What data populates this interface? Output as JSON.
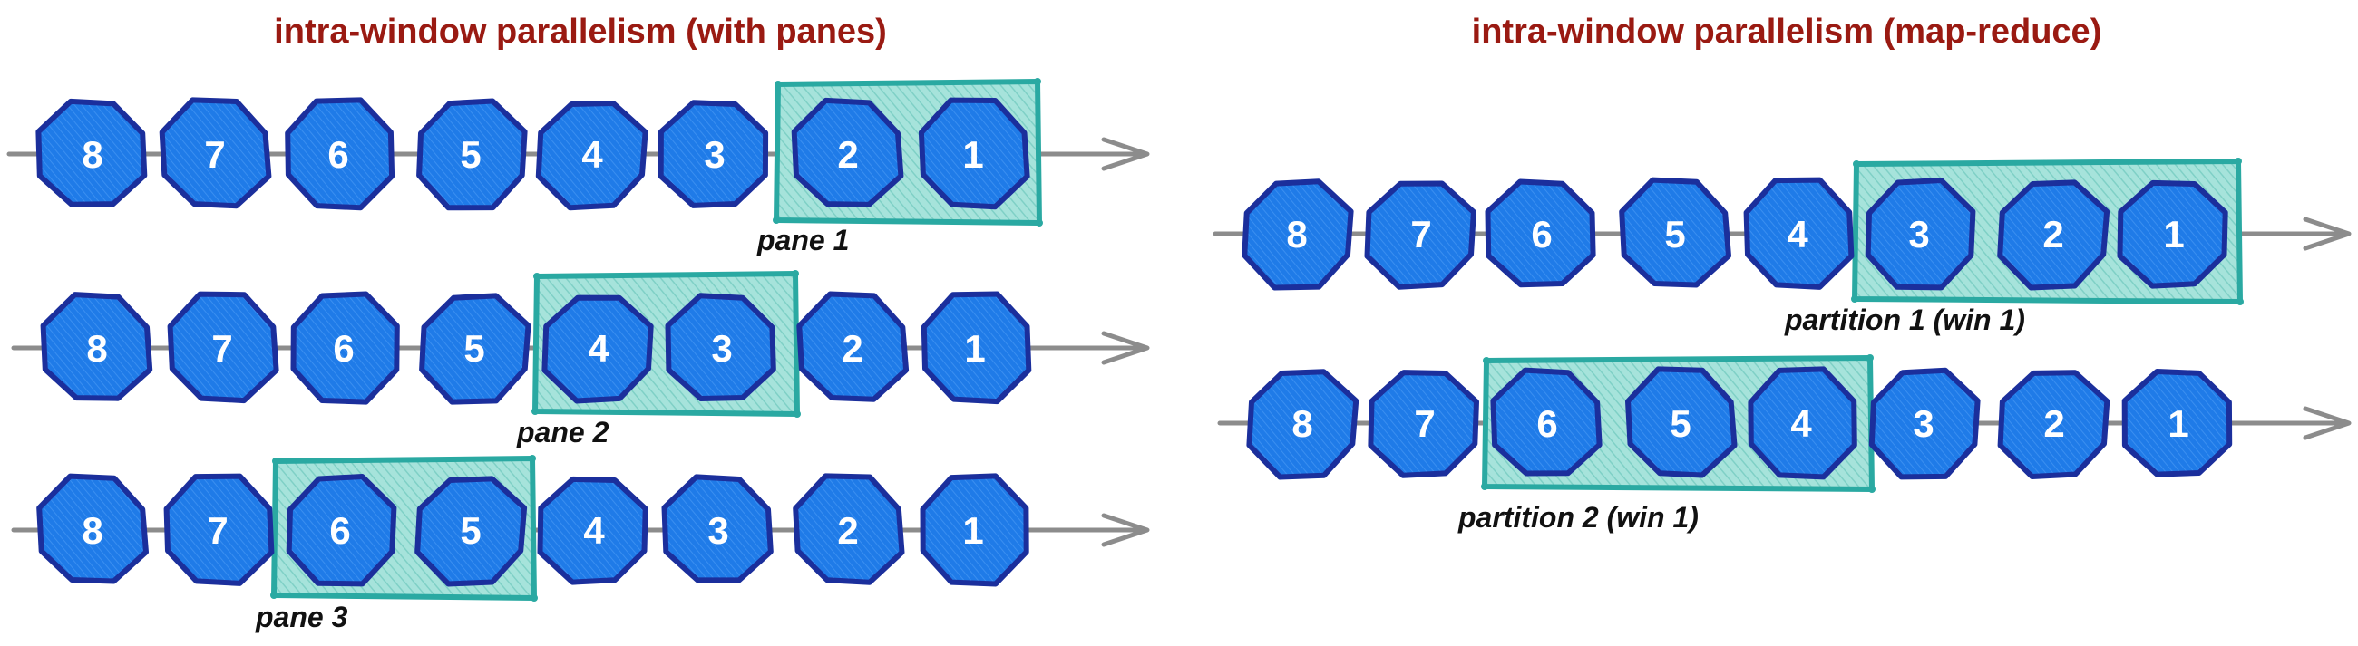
{
  "panels": [
    {
      "id": "panes",
      "title": "intra-window parallelism (with panes)",
      "rows": [
        {
          "items": [
            "8",
            "7",
            "6",
            "5",
            "4",
            "3",
            "2",
            "1"
          ],
          "window": {
            "label": "pane 1",
            "covers": [
              "2",
              "1"
            ]
          }
        },
        {
          "items": [
            "8",
            "7",
            "6",
            "5",
            "4",
            "3",
            "2",
            "1"
          ],
          "window": {
            "label": "pane 2",
            "covers": [
              "4",
              "3"
            ]
          }
        },
        {
          "items": [
            "8",
            "7",
            "6",
            "5",
            "4",
            "3",
            "2",
            "1"
          ],
          "window": {
            "label": "pane 3",
            "covers": [
              "6",
              "5"
            ]
          }
        }
      ]
    },
    {
      "id": "map-reduce",
      "title": "intra-window parallelism (map-reduce)",
      "rows": [
        {
          "items": [
            "8",
            "7",
            "6",
            "5",
            "4",
            "3",
            "2",
            "1"
          ],
          "window": {
            "label": "partition 1 (win 1)",
            "covers": [
              "3",
              "2",
              "1"
            ]
          }
        },
        {
          "items": [
            "8",
            "7",
            "6",
            "5",
            "4",
            "3",
            "2",
            "1"
          ],
          "window": {
            "label": "partition 2 (win 1)",
            "covers": [
              "6",
              "5",
              "4"
            ]
          }
        }
      ]
    }
  ],
  "colors": {
    "title": "#9a1a12",
    "node_fill": "#1f7be8",
    "node_stroke": "#1b2f9c",
    "node_text": "#ffffff",
    "axis": "#8c8c8c",
    "window_stroke": "#2aa9a2",
    "window_fill": "#8fdcd2",
    "label": "#111111"
  },
  "icons": {
    "node": "octagon-icon",
    "arrow": "arrow-right-icon"
  }
}
